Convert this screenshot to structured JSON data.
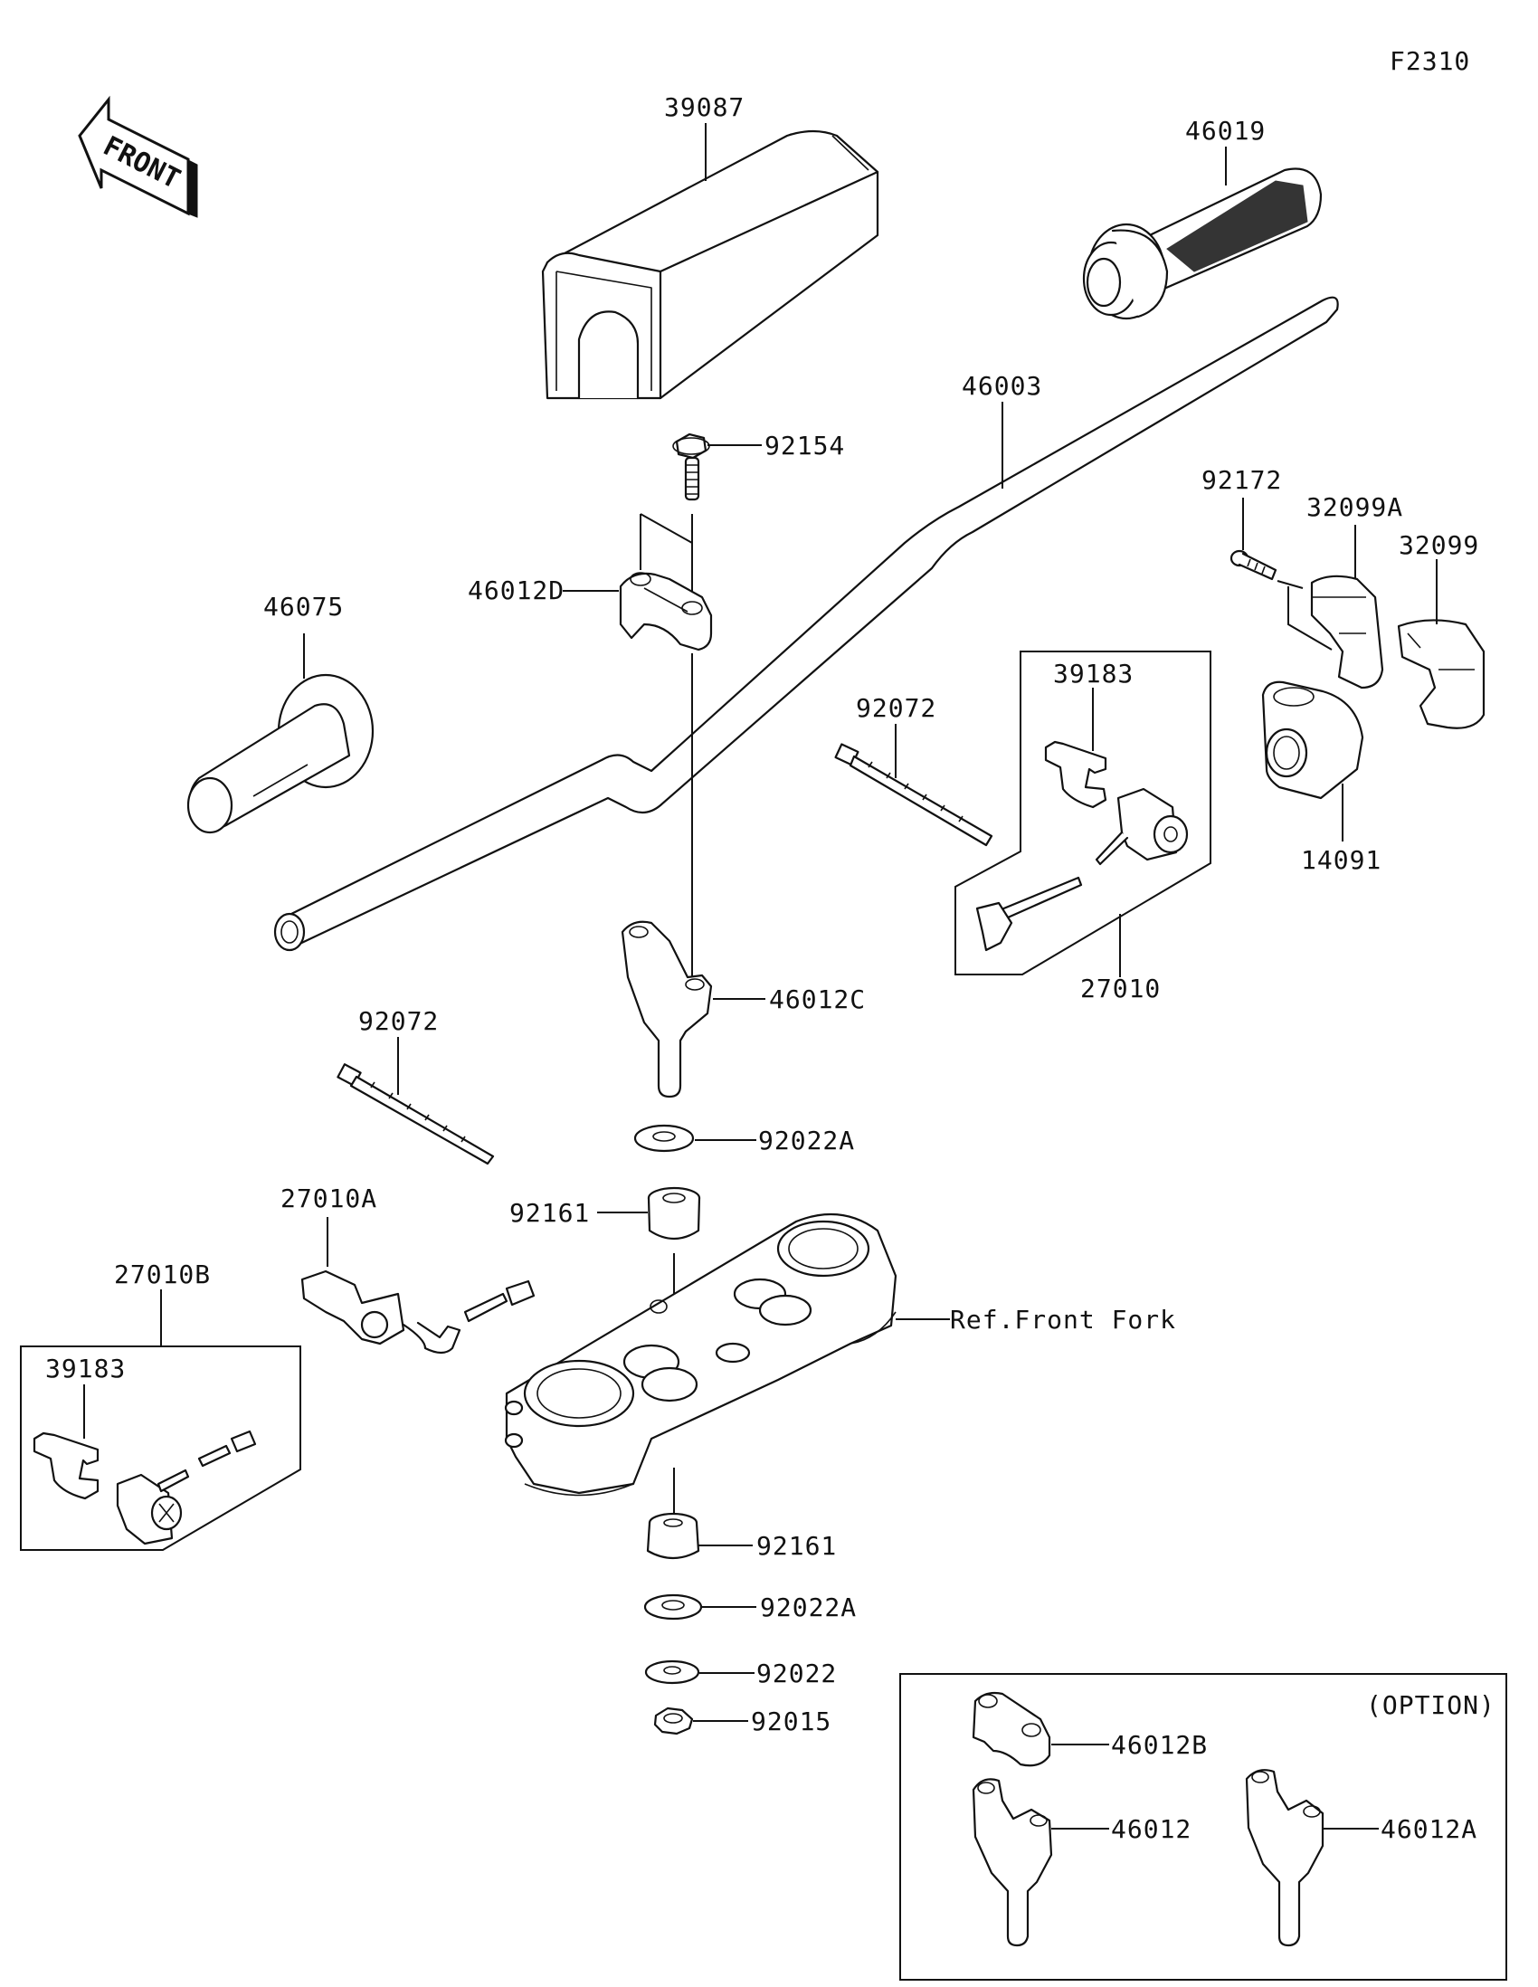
{
  "diagram": {
    "code": "F2310",
    "front_indicator": "FRONT",
    "reference_note": "Ref.Front Fork",
    "option_box_title": "(OPTION)",
    "parts": {
      "handlebar_pad": "39087",
      "grip_right": "46019",
      "handlebar": "46003",
      "bolt_clamp": "92154",
      "clamp_upper": "46012D",
      "grip_left": "46075",
      "bolt_switch": "92172",
      "switch_cover_a": "32099A",
      "switch_cover": "32099",
      "band_right": "92072",
      "clip_right": "39183",
      "switch_right_assy": "27010",
      "throttle_housing": "14091",
      "holder_lower": "46012C",
      "band_left": "92072",
      "washer_a_top": "92022A",
      "damper_top": "92161",
      "switch_left_a": "27010A",
      "switch_left_b_assy": "27010B",
      "clip_left": "39183",
      "damper_bottom": "92161",
      "washer_a_bottom": "92022A",
      "washer": "92022",
      "nut": "92015",
      "option_clamp_b": "46012B",
      "option_holder": "46012",
      "option_holder_a": "46012A"
    }
  }
}
